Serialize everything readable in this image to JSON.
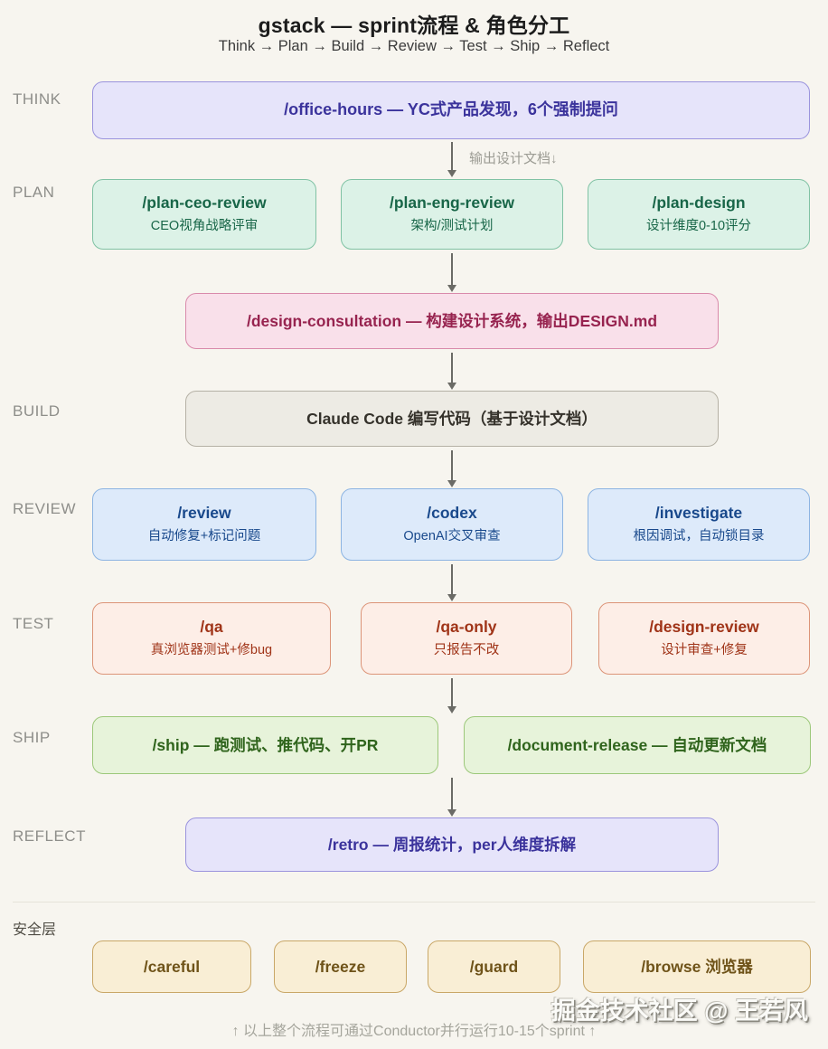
{
  "header": {
    "title": "gstack — sprint流程 & 角色分工",
    "subtitle": "Think → Plan → Build → Review → Test → Ship → Reflect"
  },
  "stages": {
    "think": {
      "label": "THINK",
      "box": "/office-hours — YC式产品发现，6个强制提问"
    },
    "arrow_output_label": "输出设计文档↓",
    "plan": {
      "label": "PLAN",
      "boxes": [
        {
          "title": "/plan-ceo-review",
          "subtitle": "CEO视角战略评审"
        },
        {
          "title": "/plan-eng-review",
          "subtitle": "架构/测试计划"
        },
        {
          "title": "/plan-design",
          "subtitle": "设计维度0-10评分"
        }
      ]
    },
    "design_consultation": {
      "box": "/design-consultation — 构建设计系统，输出DESIGN.md"
    },
    "build": {
      "label": "BUILD",
      "box": "Claude Code 编写代码（基于设计文档）"
    },
    "review": {
      "label": "REVIEW",
      "boxes": [
        {
          "title": "/review",
          "subtitle": "自动修复+标记问题"
        },
        {
          "title": "/codex",
          "subtitle": "OpenAI交叉审查"
        },
        {
          "title": "/investigate",
          "subtitle": "根因调试，自动锁目录"
        }
      ]
    },
    "test": {
      "label": "TEST",
      "boxes": [
        {
          "title": "/qa",
          "subtitle": "真浏览器测试+修bug"
        },
        {
          "title": "/qa-only",
          "subtitle": "只报告不改"
        },
        {
          "title": "/design-review",
          "subtitle": "设计审查+修复"
        }
      ]
    },
    "ship": {
      "label": "SHIP",
      "boxes": [
        {
          "title": "/ship — 跑测试、推代码、开PR"
        },
        {
          "title": "/document-release — 自动更新文档"
        }
      ]
    },
    "reflect": {
      "label": "REFLECT",
      "box": "/retro — 周报统计，per人维度拆解"
    }
  },
  "safety": {
    "label": "安全层",
    "boxes": [
      {
        "title": "/careful"
      },
      {
        "title": "/freeze"
      },
      {
        "title": "/guard"
      },
      {
        "title": "/browse 浏览器"
      }
    ]
  },
  "watermark": "掘金技术社区 @ 王若风",
  "footer": "↑ 以上整个流程可通过Conductor并行运行10-15个sprint ↑",
  "palette": {
    "background": "#f7f5ef",
    "think_reflect": {
      "bg": "#e6e4fa",
      "border": "#9a93dd",
      "text": "#3b339c"
    },
    "plan": {
      "bg": "#dcf2e7",
      "border": "#80c2a4",
      "text": "#186648"
    },
    "design_consultation": {
      "bg": "#f9e0ea",
      "border": "#d98aab",
      "text": "#97234f"
    },
    "build": {
      "bg": "#edebe4",
      "border": "#b5b1a5",
      "text": "#35322b"
    },
    "review": {
      "bg": "#ddeafa",
      "border": "#8cb4e2",
      "text": "#19498c"
    },
    "test": {
      "bg": "#fdeee7",
      "border": "#dc9478",
      "text": "#a03418"
    },
    "ship": {
      "bg": "#e7f3da",
      "border": "#9cc87a",
      "text": "#2f641c"
    },
    "safety": {
      "bg": "#f9eed5",
      "border": "#c9a767",
      "text": "#6f5319"
    },
    "arrow": "#6b6b66"
  }
}
